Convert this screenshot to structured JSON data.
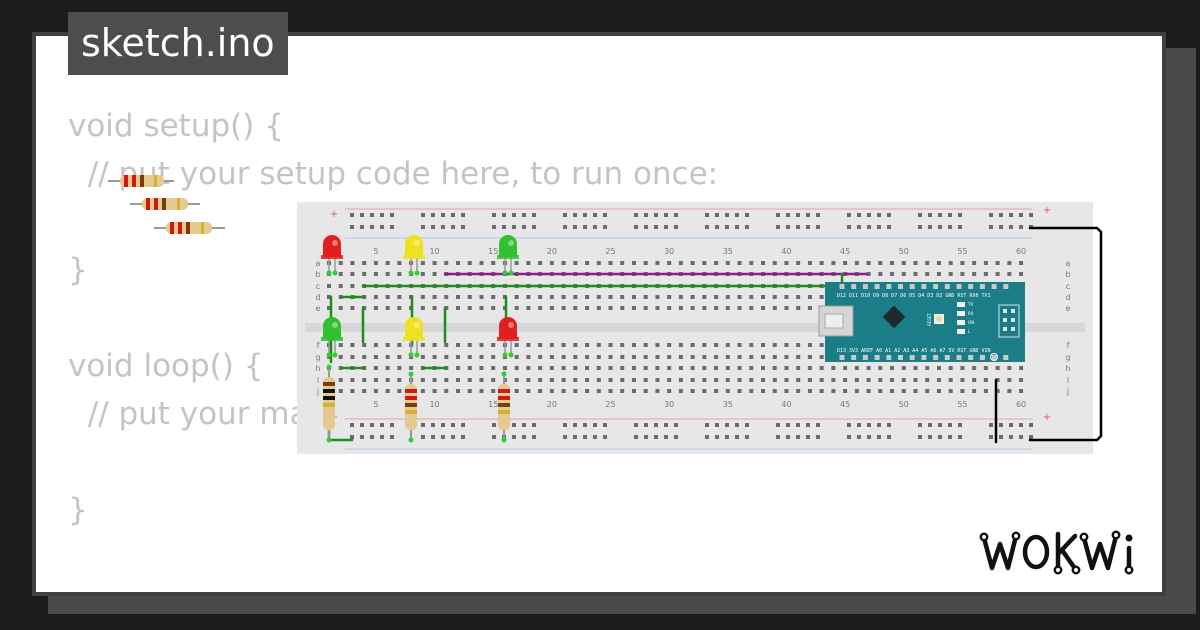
{
  "tab": {
    "title": "sketch.ino"
  },
  "code": {
    "lines": [
      "void setup() {",
      "  // put your setup code here, to run once:",
      "",
      "}",
      "",
      "",
      "void loop() {",
      "  // put your main code here, to run repeatedly:",
      "",
      "",
      "}"
    ]
  },
  "breadboard": {
    "col_numbers": [
      "5",
      "10",
      "15",
      "20",
      "25",
      "30",
      "35",
      "40",
      "45",
      "50",
      "55",
      "60"
    ],
    "row_letters_top": [
      "a",
      "b",
      "c",
      "d",
      "e"
    ],
    "row_letters_bottom": [
      "f",
      "g",
      "h",
      "i",
      "j"
    ],
    "plus_sign": "+",
    "minus_sign": "−"
  },
  "arduino": {
    "top_pins": "D12 D11 D10  D9  D8  D7  D6  D5  D4  D3  D2  GND RST  RX0 TX1",
    "bottom_pins": "D13 3V3 AREF A0  A1  A2  A3  A4  A5  A6  A7  5V  RST GND VIN",
    "labels": [
      "RESET",
      "TX",
      "RX",
      "ON",
      "L"
    ]
  },
  "leds": [
    {
      "color": "red",
      "hex": "#e02020"
    },
    {
      "color": "yellow",
      "hex": "#f0e020"
    },
    {
      "color": "green",
      "hex": "#30c030"
    },
    {
      "color": "green",
      "hex": "#30c030"
    },
    {
      "color": "yellow",
      "hex": "#f0e020"
    },
    {
      "color": "red",
      "hex": "#e02020"
    }
  ],
  "wires": {
    "green": "#1a8f1a",
    "purple": "#8a1f8a",
    "black": "#000000"
  },
  "brand": {
    "logo": "WOKWI"
  },
  "colors": {
    "page_bg": "#1b1b1b",
    "card_border": "#404040",
    "tab_bg": "#4d4d4d",
    "code_text": "#c4c4c4",
    "arduino_teal": "#1b7d87"
  }
}
